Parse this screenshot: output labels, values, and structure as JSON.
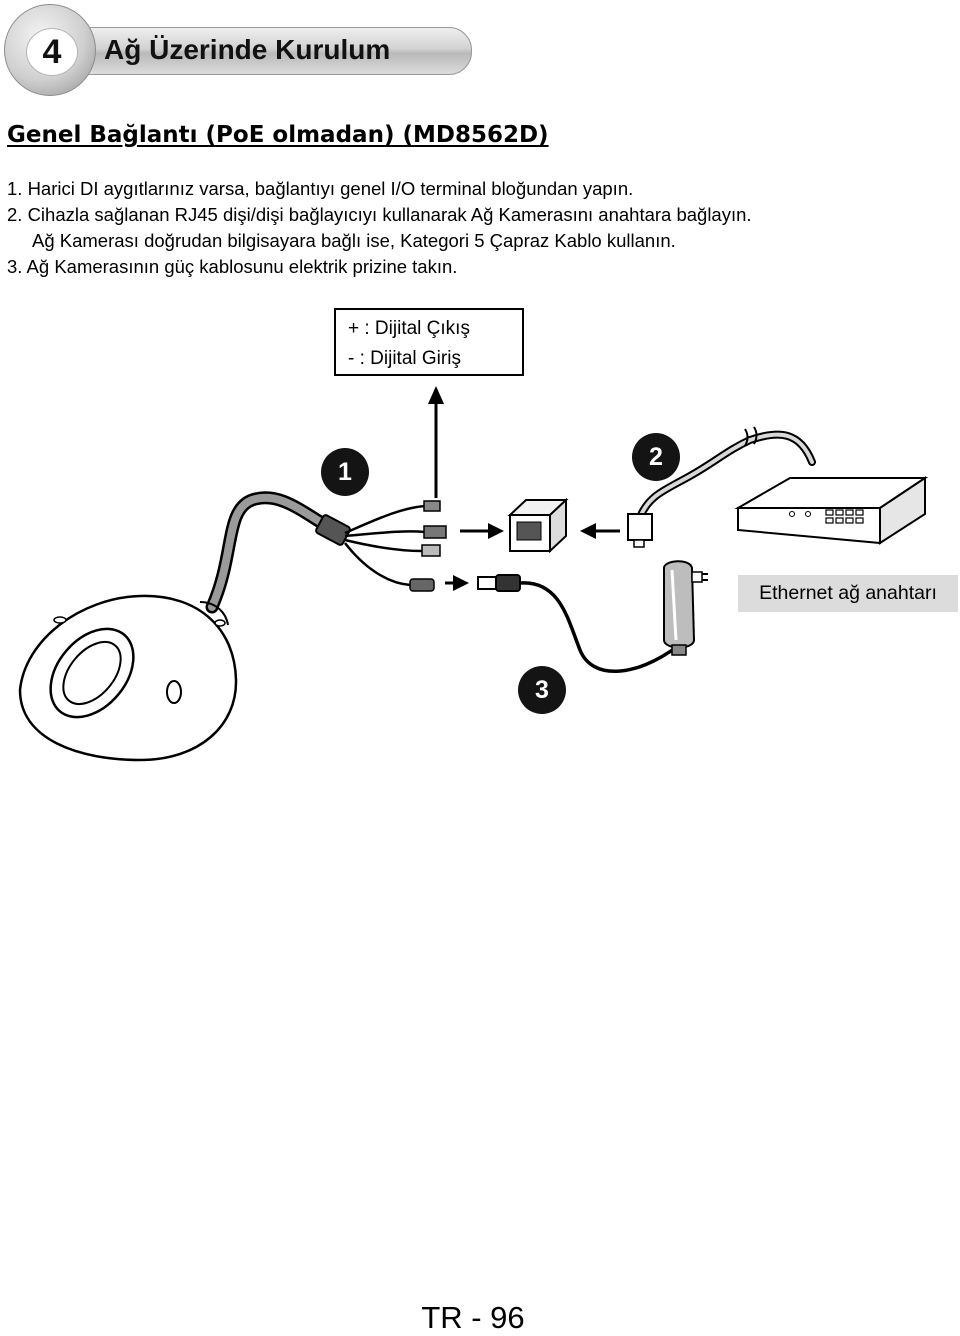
{
  "chapter": {
    "number": "4",
    "title": "Ağ Üzerinde Kurulum"
  },
  "section_title": "Genel Bağlantı (PoE olmadan) (MD8562D)",
  "steps": [
    "1. Harici DI aygıtlarınız varsa, bağlantıyı genel I/O terminal bloğundan yapın.",
    "2. Cihazla sağlanan RJ45 dişi/dişi bağlayıcıyı kullanarak Ağ Kamerasını anahtara bağlayın.",
    "Ağ Kamerası doğrudan bilgisayara bağlı ise, Kategori 5 Çapraz Kablo kullanın.",
    "3. Ağ Kamerasının güç kablosunu elektrik prizine takın."
  ],
  "legend": {
    "line1": "+ : Dijital Çıkış",
    "line2": "-  : Dijital Giriş"
  },
  "badges": [
    "1",
    "2",
    "3"
  ],
  "switch_label": "Ethernet ağ anahtarı",
  "footer": "TR - 96"
}
